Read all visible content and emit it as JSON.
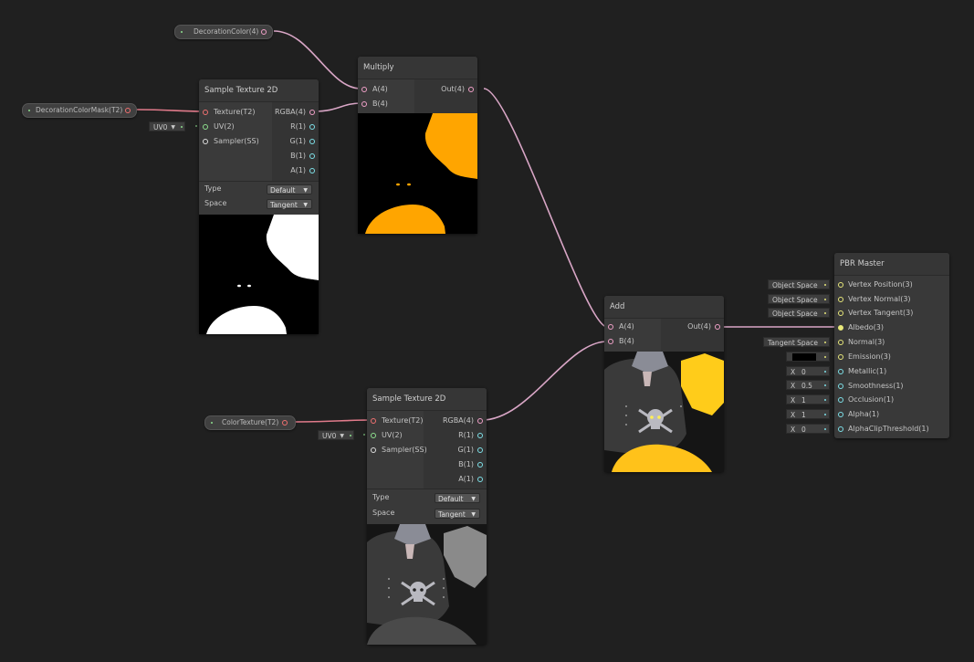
{
  "properties": {
    "decoration_color": "DecorationColor(4)",
    "decoration_color_mask": "DecorationColorMask(T2)",
    "color_texture": "ColorTexture(T2)"
  },
  "sample_texture_top": {
    "title": "Sample Texture 2D",
    "inputs": [
      "Texture(T2)",
      "UV(2)",
      "Sampler(SS)"
    ],
    "outputs": [
      "RGBA(4)",
      "R(1)",
      "G(1)",
      "B(1)",
      "A(1)"
    ],
    "uv_value": "UV0",
    "type_label": "Type",
    "type_value": "Default",
    "space_label": "Space",
    "space_value": "Tangent"
  },
  "multiply": {
    "title": "Multiply",
    "inputs": [
      "A(4)",
      "B(4)"
    ],
    "output": "Out(4)"
  },
  "sample_texture_bottom": {
    "title": "Sample Texture 2D",
    "inputs": [
      "Texture(T2)",
      "UV(2)",
      "Sampler(SS)"
    ],
    "outputs": [
      "RGBA(4)",
      "R(1)",
      "G(1)",
      "B(1)",
      "A(1)"
    ],
    "uv_value": "UV0",
    "type_label": "Type",
    "type_value": "Default",
    "space_label": "Space",
    "space_value": "Tangent"
  },
  "add": {
    "title": "Add",
    "inputs": [
      "A(4)",
      "B(4)"
    ],
    "output": "Out(4)"
  },
  "pbr_master": {
    "title": "PBR Master",
    "inputs": [
      "Vertex Position(3)",
      "Vertex Normal(3)",
      "Vertex Tangent(3)",
      "Albedo(3)",
      "Normal(3)",
      "Emission(3)",
      "Metallic(1)",
      "Smoothness(1)",
      "Occlusion(1)",
      "Alpha(1)",
      "AlphaClipThreshold(1)"
    ],
    "fields": {
      "vertex_position": "Object Space",
      "vertex_normal": "Object Space",
      "vertex_tangent": "Object Space",
      "normal": "Tangent Space",
      "metallic_label": "X",
      "metallic": "0",
      "smoothness_label": "X",
      "smoothness": "0.5",
      "occlusion_label": "X",
      "occlusion": "1",
      "alpha_label": "X",
      "alpha": "1",
      "alpha_clip_label": "X",
      "alpha_clip": "0"
    }
  },
  "colors": {
    "background": "#202020",
    "node": "#393939",
    "wire_pink": "#d9a6c6",
    "wire_red": "#e07a8a",
    "mask_orange": "#ffa500",
    "mask_white": "#ffffff",
    "emission_swatch": "#000000"
  }
}
